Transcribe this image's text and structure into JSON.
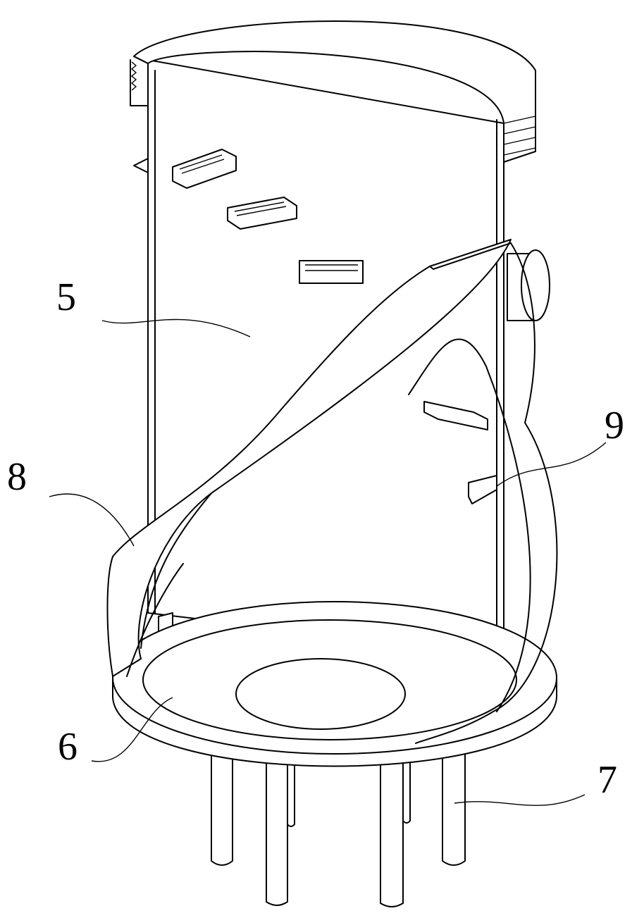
{
  "figure": {
    "labels": [
      {
        "id": "5",
        "text": "5"
      },
      {
        "id": "6",
        "text": "6"
      },
      {
        "id": "7",
        "text": "7"
      },
      {
        "id": "8",
        "text": "8"
      },
      {
        "id": "9",
        "text": "9"
      }
    ],
    "line_color": "#000000",
    "background": "#ffffff"
  }
}
